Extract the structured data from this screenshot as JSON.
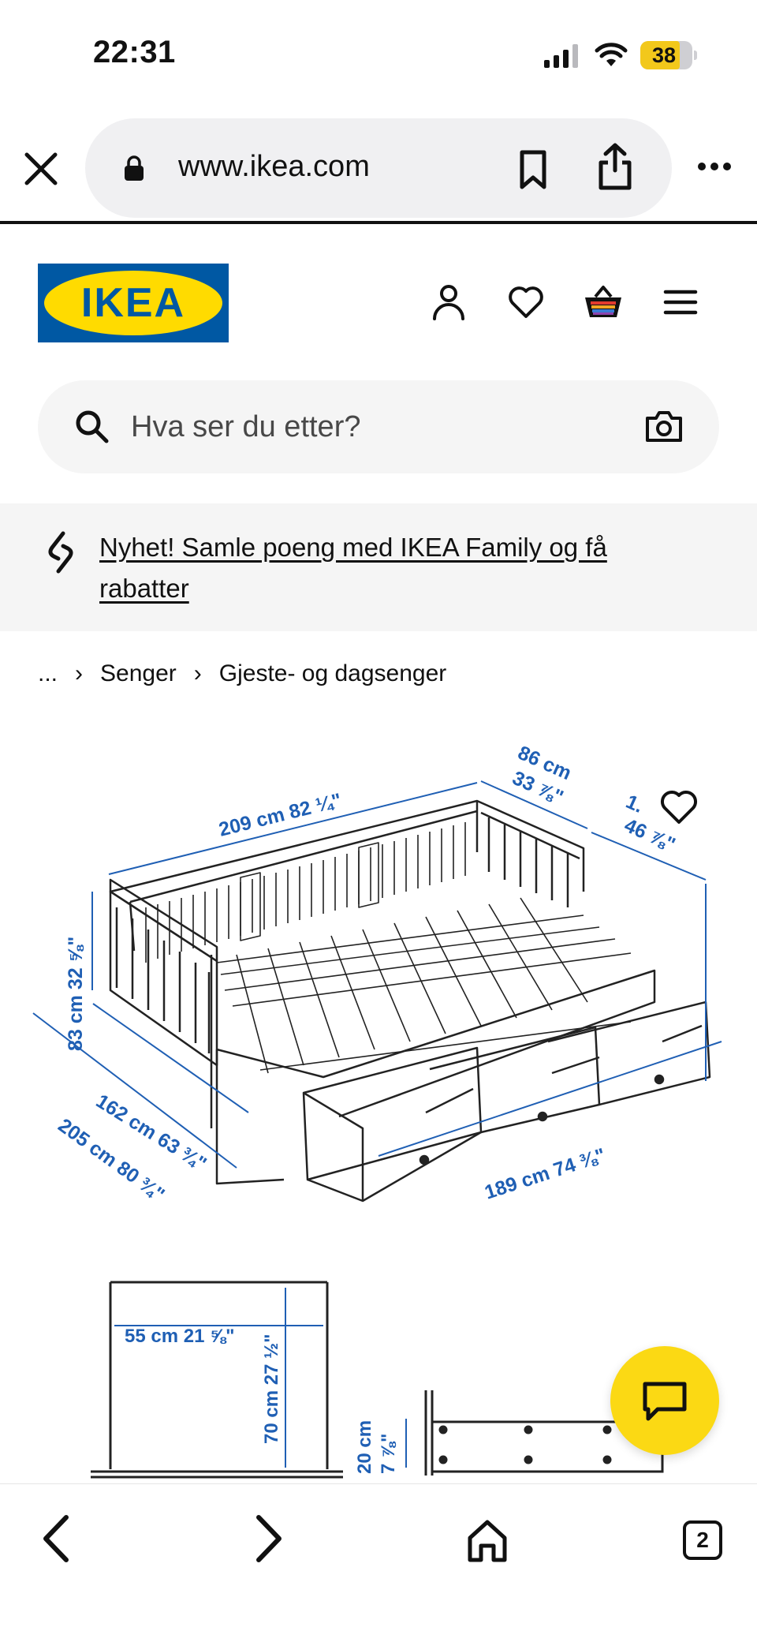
{
  "status": {
    "time": "22:31",
    "battery": "38"
  },
  "browser": {
    "url": "www.ikea.com"
  },
  "header": {
    "logo_text": "IKEA"
  },
  "search": {
    "placeholder": "Hva ser du etter?"
  },
  "promo": {
    "text": "Nyhet! Samle poeng med IKEA Family og få rabatter"
  },
  "breadcrumb": {
    "ellipsis": "...",
    "items": [
      "Senger",
      "Gjeste- og dagsenger"
    ]
  },
  "dimensions": {
    "length": "209 cm 82 ¼\"",
    "depth": "86 cm",
    "depth_in": "33 ⅞\"",
    "side_a": "1.",
    "side_b": "46 ⅞\"",
    "height": "83 cm 32 ⅝\"",
    "width_short": "162 cm 63 ¾\"",
    "width_long": "205 cm 80 ¾\"",
    "front": "189 cm 74 ⅜\"",
    "inner_w": "55 cm 21 ⅝\"",
    "inner_h": "70 cm 27 ½\"",
    "drawer_h": "20 cm",
    "drawer_h_in": "7 ⅞\""
  },
  "bottombar": {
    "tab_count": "2"
  },
  "colors": {
    "ikea_blue": "#0058a3",
    "ikea_yellow": "#ffdb00",
    "dimension_blue": "#1f5fb4",
    "chat_yellow": "#fbd914"
  }
}
